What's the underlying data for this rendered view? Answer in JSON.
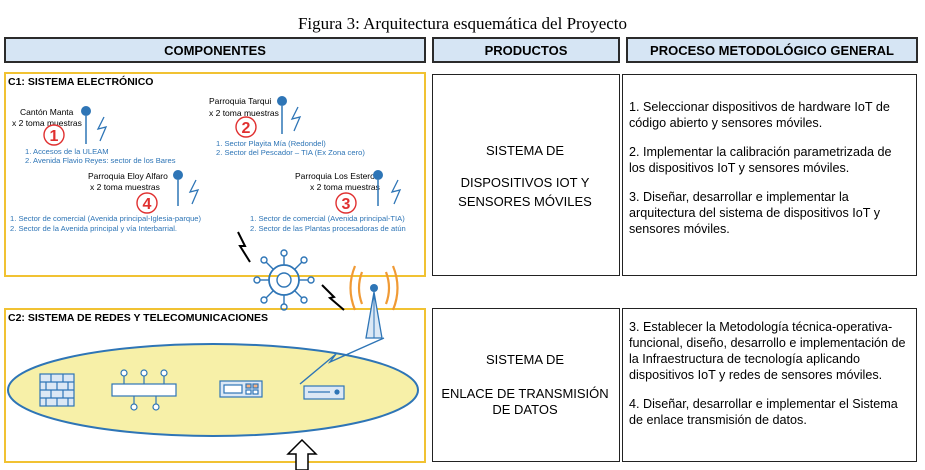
{
  "title": "Figura 3: Arquitectura esquemática del Proyecto",
  "headers": {
    "componentes": "COMPONENTES",
    "productos": "PRODUCTOS",
    "proceso": "PROCESO METODOLÓGICO GENERAL"
  },
  "c1": {
    "title": "C1: SISTEMA ELECTRÓNICO",
    "sites": [
      {
        "name": "Cantón Manta",
        "samples": "x 2 toma muestras",
        "number": "1",
        "points": [
          "1. Accesos de la ULEAM",
          "2. Avenida Flavio Reyes: sector de los Bares"
        ]
      },
      {
        "name": "Parroquia Tarqui",
        "samples": "x 2 toma muestras",
        "number": "2",
        "points": [
          "1. Sector Playita Mía (Redondel)",
          "2. Sector del Pescador – TIA (Ex Zona cero)"
        ]
      },
      {
        "name": "Parroquia Eloy Alfaro",
        "samples": "x 2 toma muestras",
        "number": "4",
        "points": [
          "1. Sector de comercial (Avenida principal-Iglesia-parque)",
          "2. Sector de la Avenida principal y vía Interbarrial."
        ]
      },
      {
        "name": "Parroquia Los Esteros",
        "samples": "x 2 toma muestras",
        "number": "3",
        "points": [
          "1. Sector de comercial (Avenida principal-TIA)",
          "2. Sector de las Plantas procesadoras de atún"
        ]
      }
    ]
  },
  "c2": {
    "title": "C2: SISTEMA DE REDES Y TELECOMUNICACIONES"
  },
  "productos": {
    "p1_line1": "SISTEMA DE",
    "p1_line2": "DISPOSITIVOS IOT Y",
    "p1_line3": "SENSORES MÓVILES",
    "p2_line1": "SISTEMA DE",
    "p2_line2": "ENLACE DE TRANSMISIÓN",
    "p2_line3": "DE DATOS"
  },
  "proceso": {
    "group1": [
      "1. Seleccionar dispositivos de hardware IoT de código abierto y sensores móviles.",
      "2. Implementar la calibración parametrizada de los dispositivos IoT y sensores móviles.",
      "3. Diseñar, desarrollar e implementar la arquitectura del sistema de dispositivos IoT y sensores móviles."
    ],
    "group2": [
      "3. Establecer la Metodología técnica-operativa-funcional, diseño, desarrollo e implementación de la Infraestructura de tecnología aplicando dispositivos IoT y redes de sensores móviles.",
      "4. Diseñar, desarrollar e implementar el Sistema de enlace transmisión de datos."
    ]
  },
  "colors": {
    "header_bg": "#d6e5f4",
    "panel_border": "#f1c232",
    "ellipse_fill": "#f7f0a8",
    "sensor_blue": "#2e75b6",
    "number_red": "#e03030"
  }
}
